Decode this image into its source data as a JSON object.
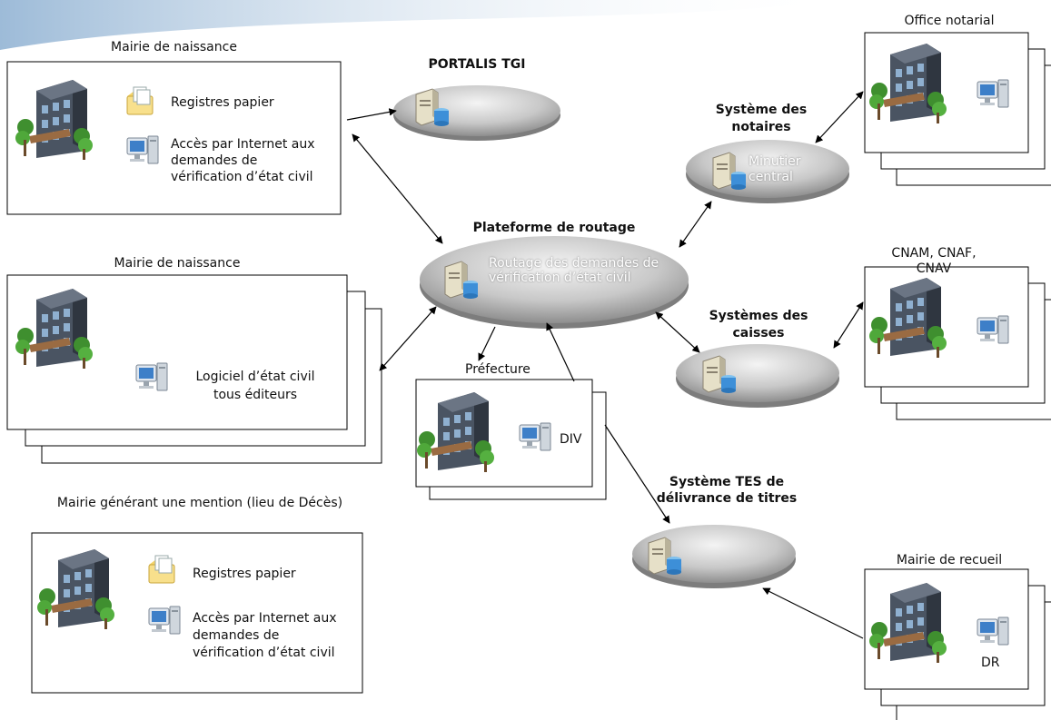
{
  "nodes": {
    "birth_hall_top": {
      "title": "Mairie de naissance",
      "item1": "Registres papier",
      "item2": "Accès par Internet aux demandes de vérification d’état civil"
    },
    "birth_hall_bottom": {
      "title": "Mairie de naissance",
      "item1": "Logiciel d’état civil tous éditeurs"
    },
    "death_hall": {
      "title": "Mairie générant une mention (lieu de Décès)",
      "item1": "Registres papier",
      "item2": "Accès par Internet aux demandes de vérification d’état civil"
    },
    "portalis": {
      "title": "PORTALIS TGI"
    },
    "routing": {
      "title": "Plateforme de routage",
      "inner": "Routage des demandes de vérification d’état civil"
    },
    "notaries_system": {
      "title": "Système des notaires",
      "inner": "Minutier central"
    },
    "funds_system": {
      "title": "Systèmes des caisses"
    },
    "tes_system": {
      "title": "Système TES de délivrance de titres"
    },
    "prefecture": {
      "title": "Préfecture",
      "item1": "DIV"
    },
    "notary_office": {
      "title": "Office notarial"
    },
    "funds_office": {
      "title": "CNAM, CNAF, CNAV"
    },
    "collect_hall": {
      "title": "Mairie de recueil",
      "item1": "DR"
    }
  },
  "icons": {
    "building": "building-icon",
    "folder": "folder-icon",
    "computer": "computer-icon",
    "server": "server-icon"
  },
  "colors": {
    "platform_top": "#f2f2f2",
    "platform_mid": "#bfbfbf",
    "platform_edge": "#8c8c8c",
    "banner": "#a9c6e0"
  }
}
